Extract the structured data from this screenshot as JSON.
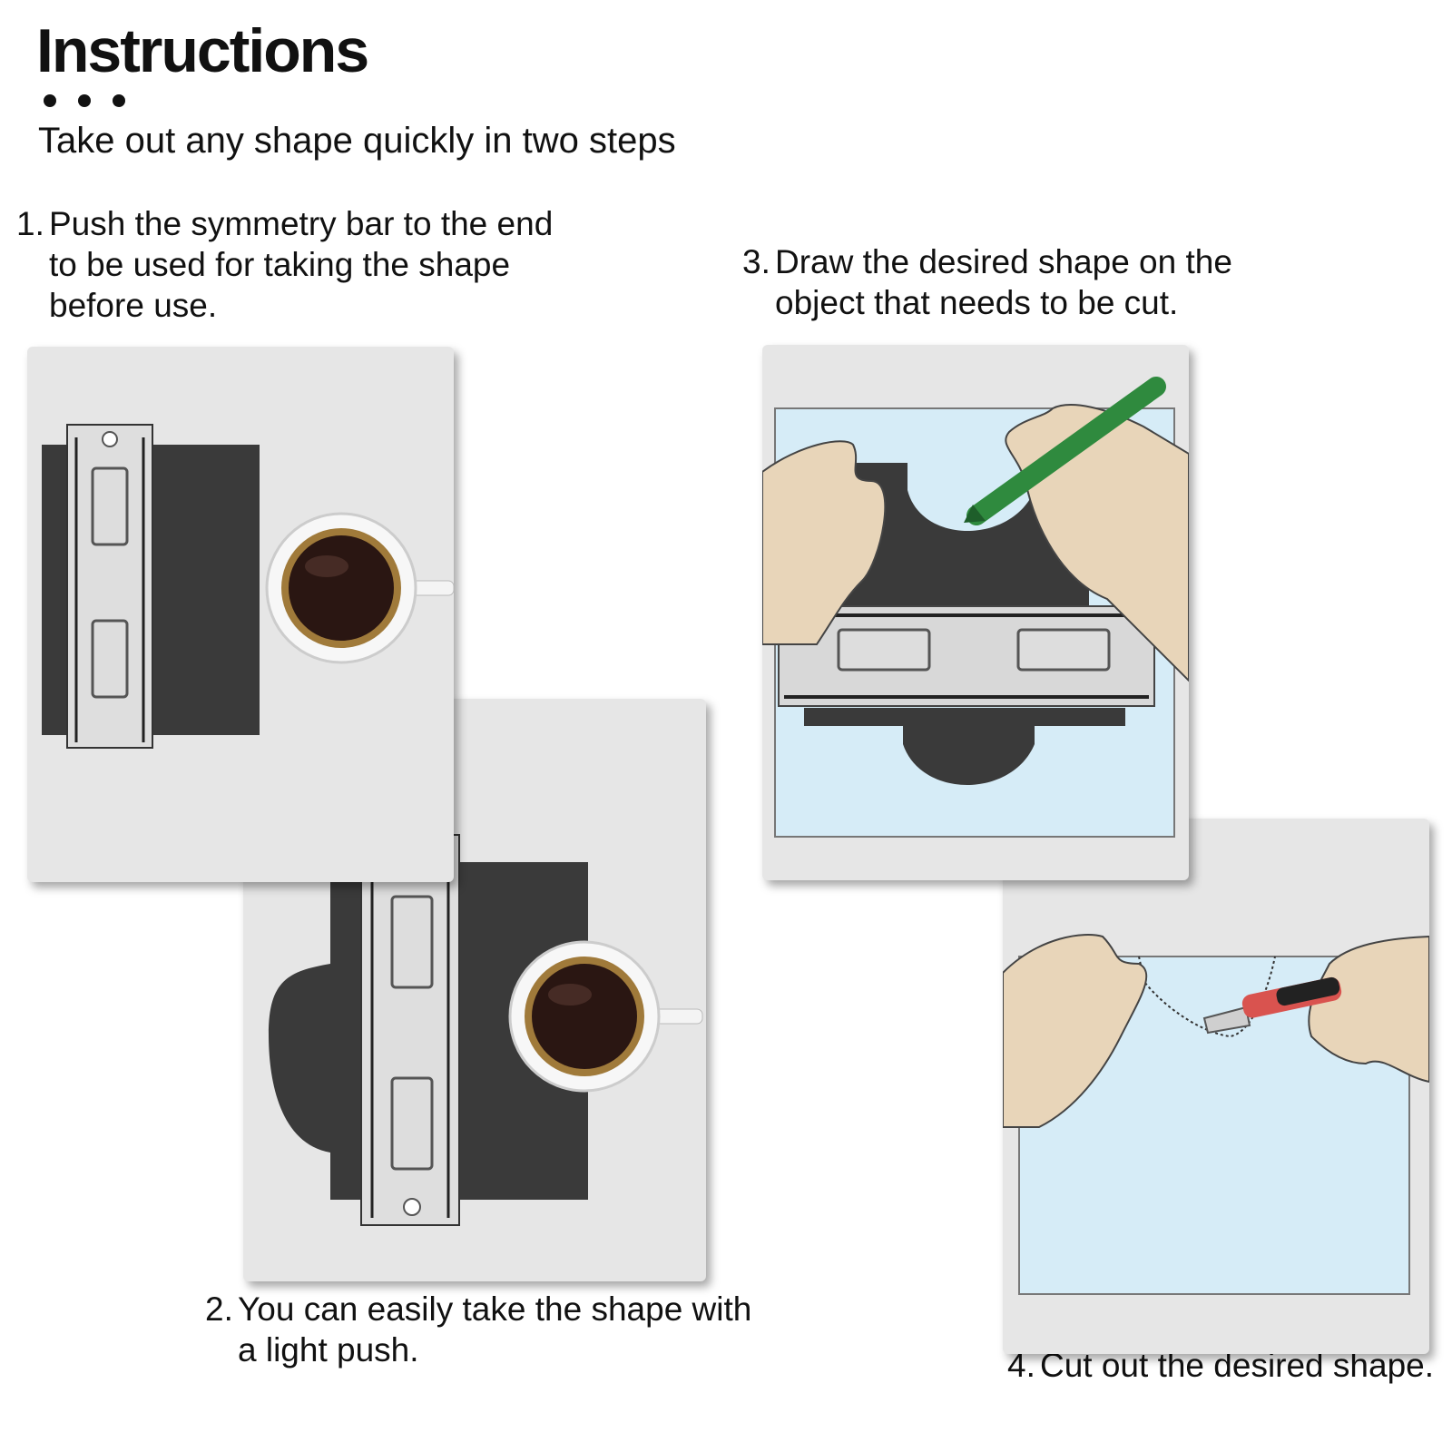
{
  "title": "Instructions",
  "subtitle": "Take out any shape quickly in two steps",
  "steps": [
    {
      "number": "1.",
      "text": "Push the symmetry bar to the end to be used for taking the shape before use."
    },
    {
      "number": "2.",
      "text": "You can easily take the shape with a light push."
    },
    {
      "number": "3.",
      "text": "Draw the desired shape on the object that needs to be cut."
    },
    {
      "number": "4.",
      "text": "Cut out the desired shape."
    }
  ],
  "colors": {
    "panel_background": "#e6e6e6",
    "shape_fill": "#3a3a3a",
    "paper_blue": "#d6ecf7",
    "hand_skin": "#e8d5b9",
    "pencil_green": "#2f8a3e",
    "cutter_red": "#d9534f"
  },
  "icons": [
    "coffee-cup-icon",
    "symmetry-bar-icon",
    "hand-icon",
    "pencil-icon",
    "utility-knife-icon"
  ]
}
